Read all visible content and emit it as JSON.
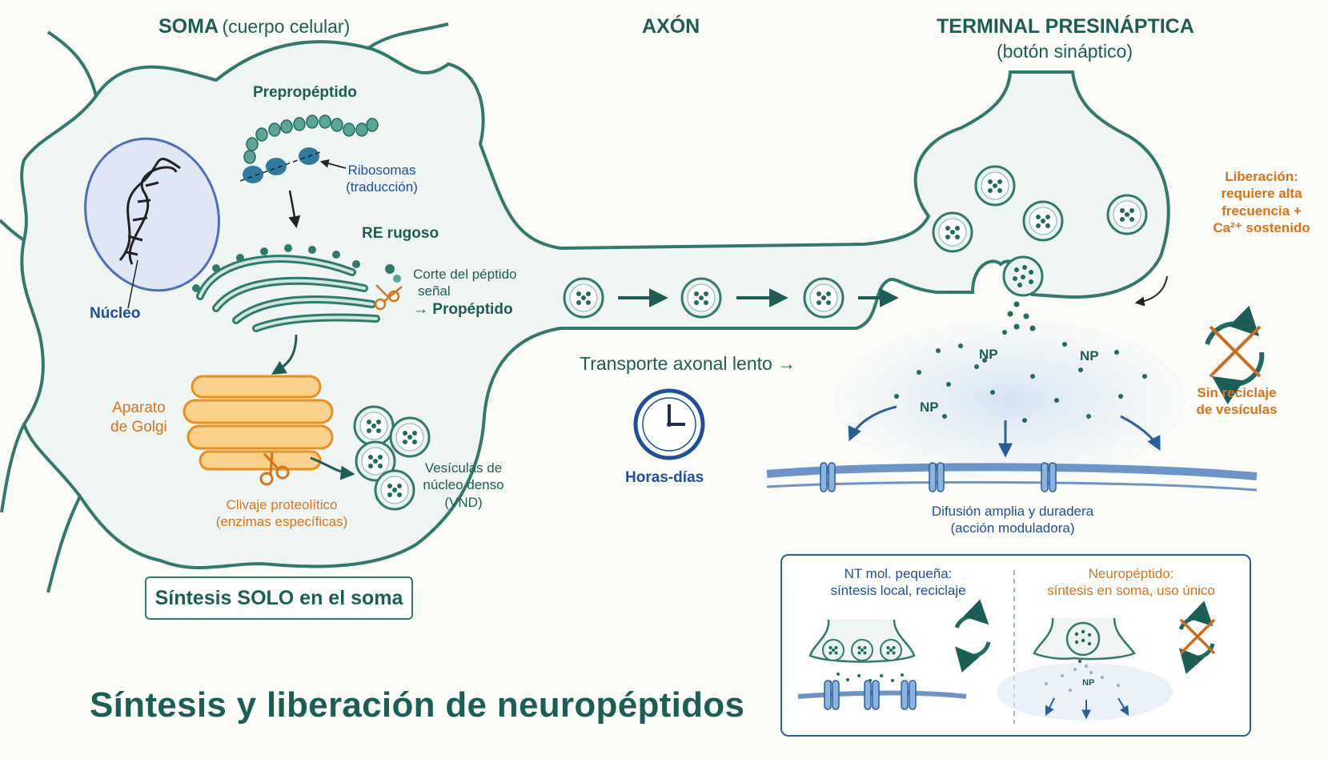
{
  "headers": {
    "soma_title": "SOMA",
    "soma_subtitle": "(cuerpo celular)",
    "axon_title": "AXÓN",
    "terminal_title": "TERMINAL PRESINÁPTICA",
    "terminal_subtitle": "(botón sináptico)"
  },
  "soma": {
    "preprepeptide": "Prepropéptido",
    "ribosomes_l1": "Ribosomas",
    "ribosomes_l2": "(traducción)",
    "rer": "RE rugoso",
    "signal_cut_l1": "Corte del péptido",
    "signal_cut_l2": "señal",
    "signal_cut_l3": "→ Propéptido",
    "nucleus": "Núcleo",
    "golgi_l1": "Aparato",
    "golgi_l2": "de Golgi",
    "cleavage_l1": "Clivaje proteolítico",
    "cleavage_l2": "(enzimas específicas)",
    "vesicles_l1": "Vesículas de",
    "vesicles_l2": "núcleo denso",
    "vesicles_l3": "(VND)",
    "synthesis_box": "Síntesis SOLO en el soma"
  },
  "axon": {
    "transport": "Transporte axonal lento →",
    "time": "Horas-días"
  },
  "terminal": {
    "release_l1": "Liberación:",
    "release_l2": "requiere alta",
    "release_l3": "frecuencia +",
    "release_l4": "Ca²⁺ sostenido",
    "no_recycle_l1": "Sin reciclaje",
    "no_recycle_l2": "de vesículas",
    "np1": "NP",
    "np2": "NP",
    "np3": "NP",
    "diffusion_l1": "Difusión amplia y duradera",
    "diffusion_l2": "(acción moduladora)"
  },
  "comparison": {
    "left_l1": "NT mol. pequeña:",
    "left_l2": "síntesis local, reciclaje",
    "right_l1": "Neuropéptido:",
    "right_l2": "síntesis en soma, uso único",
    "right_np": "NP"
  },
  "title": "Síntesis y liberación de neuropéptidos",
  "colors": {
    "teal": "#1b5e55",
    "blue": "#1d4f9a",
    "orange": "#d9731a",
    "cell_outline": "#2f7a6c",
    "golgi": "#f0a030"
  }
}
